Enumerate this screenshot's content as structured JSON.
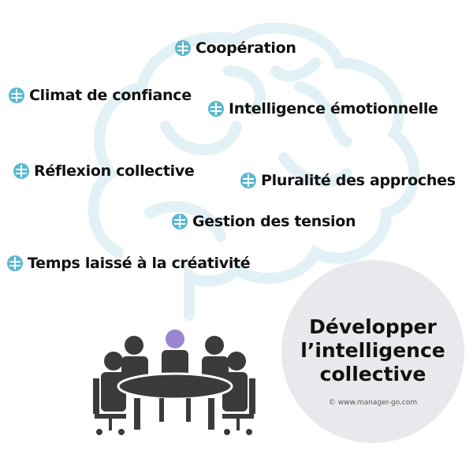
{
  "items": [
    {
      "label": "Coopération"
    },
    {
      "label": "Climat de confiance"
    },
    {
      "label": "Intelligence émotionnelle"
    },
    {
      "label": "Réflexion collective"
    },
    {
      "label": "Pluralité des approches"
    },
    {
      "label": "Gestion des tension"
    },
    {
      "label": "Temps laissé à la créativité"
    }
  ],
  "badge": {
    "line1": "Développer",
    "line2": "l’intelligence",
    "line3": "collective",
    "credit": "© www.manager-go.com"
  },
  "colors": {
    "icon": "#5bb8cf",
    "brain": "#e2f1f5",
    "circle": "#e8e9ec",
    "people": "#3b3a3c",
    "highlight": "#9b87d0"
  }
}
